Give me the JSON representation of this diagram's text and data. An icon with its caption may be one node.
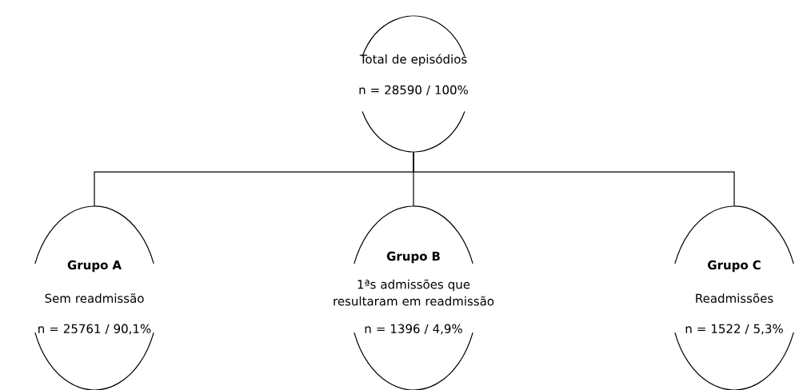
{
  "diagram": {
    "nodes": [
      {
        "text": [
          "Total de episódios",
          "n = 28590 / 100%"
        ]
      },
      {
        "text": [
          "Grupo A",
          "Sem readmissão",
          "n = 25761 / 90,1%"
        ]
      },
      {
        "text": [
          "Grupo B",
          "1ªs admissões que resultaram em readmissão",
          "n = 1396 / 4,9%"
        ]
      },
      {
        "text": [
          "Grupo C",
          "Readmissões",
          "n = 1522 / 5,3%"
        ]
      }
    ],
    "edges": [
      {
        "from": 0,
        "to": 1,
        "arrow": "none"
      },
      {
        "from": 0,
        "to": 2,
        "arrow": "none"
      },
      {
        "from": 0,
        "to": 3,
        "arrow": "none"
      }
    ]
  }
}
